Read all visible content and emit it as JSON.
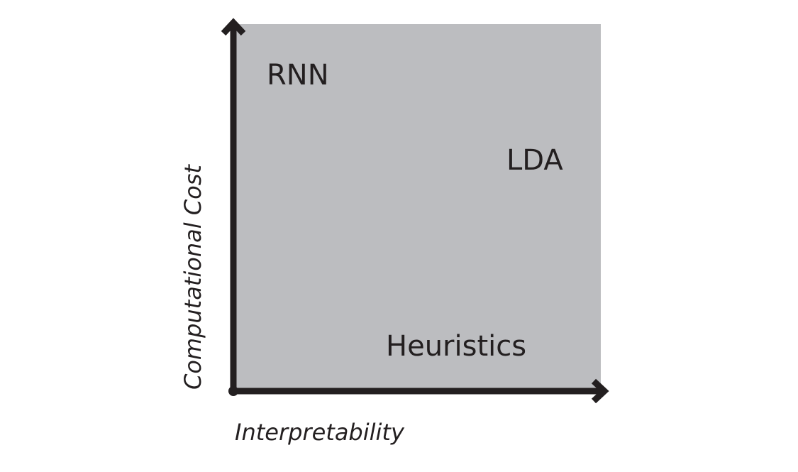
{
  "axes": {
    "x_label": "Interpretability",
    "y_label": "Computational Cost"
  },
  "items": [
    {
      "label": "RNN",
      "interpretability": "low",
      "computational_cost": "high"
    },
    {
      "label": "LDA",
      "interpretability": "high",
      "computational_cost": "medium"
    },
    {
      "label": "Heuristics",
      "interpretability": "medium-high",
      "computational_cost": "low"
    }
  ],
  "colors": {
    "quadrant_fill": "#bcbdc0",
    "ink": "#231f20",
    "background": "#ffffff"
  }
}
